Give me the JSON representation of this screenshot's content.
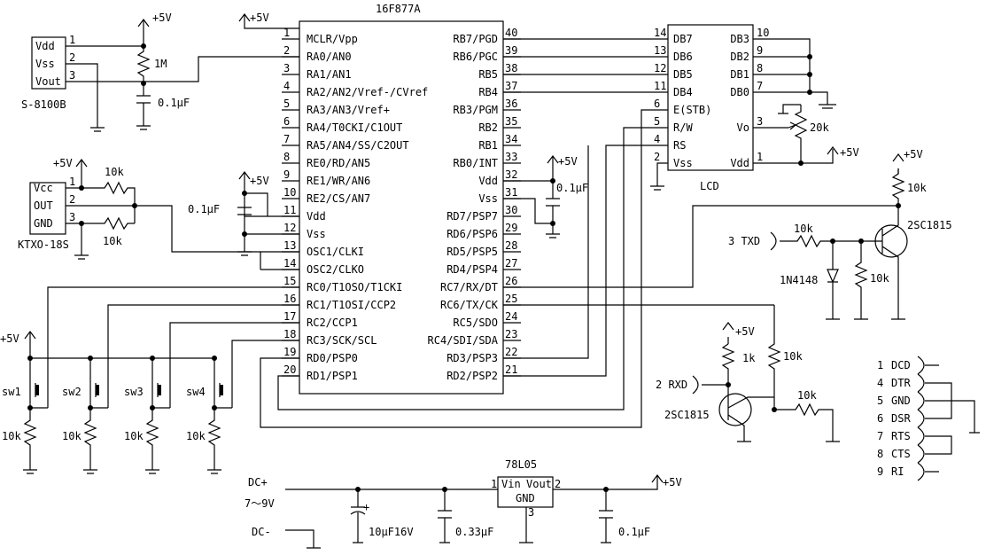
{
  "chip": {
    "name": "16F877A",
    "left": [
      {
        "n": "1",
        "s": "MCLR/Vpp"
      },
      {
        "n": "2",
        "s": "RA0/AN0"
      },
      {
        "n": "3",
        "s": "RA1/AN1"
      },
      {
        "n": "4",
        "s": "RA2/AN2/Vref-/CVref"
      },
      {
        "n": "5",
        "s": "RA3/AN3/Vref+"
      },
      {
        "n": "6",
        "s": "RA4/T0CKI/C1OUT"
      },
      {
        "n": "7",
        "s": "RA5/AN4/SS/C2OUT"
      },
      {
        "n": "8",
        "s": "RE0/RD/AN5"
      },
      {
        "n": "9",
        "s": "RE1/WR/AN6"
      },
      {
        "n": "10",
        "s": "RE2/CS/AN7"
      },
      {
        "n": "11",
        "s": "Vdd"
      },
      {
        "n": "12",
        "s": "Vss"
      },
      {
        "n": "13",
        "s": "OSC1/CLKI"
      },
      {
        "n": "14",
        "s": "OSC2/CLKO"
      },
      {
        "n": "15",
        "s": "RC0/T1OSO/T1CKI"
      },
      {
        "n": "16",
        "s": "RC1/T1OSI/CCP2"
      },
      {
        "n": "17",
        "s": "RC2/CCP1"
      },
      {
        "n": "18",
        "s": "RC3/SCK/SCL"
      },
      {
        "n": "19",
        "s": "RD0/PSP0"
      },
      {
        "n": "20",
        "s": "RD1/PSP1"
      }
    ],
    "right": [
      {
        "n": "40",
        "s": "RB7/PGD"
      },
      {
        "n": "39",
        "s": "RB6/PGC"
      },
      {
        "n": "38",
        "s": "RB5"
      },
      {
        "n": "37",
        "s": "RB4"
      },
      {
        "n": "36",
        "s": "RB3/PGM"
      },
      {
        "n": "35",
        "s": "RB2"
      },
      {
        "n": "34",
        "s": "RB1"
      },
      {
        "n": "33",
        "s": "RB0/INT"
      },
      {
        "n": "32",
        "s": "Vdd"
      },
      {
        "n": "31",
        "s": "Vss"
      },
      {
        "n": "30",
        "s": "RD7/PSP7"
      },
      {
        "n": "29",
        "s": "RD6/PSP6"
      },
      {
        "n": "28",
        "s": "RD5/PSP5"
      },
      {
        "n": "27",
        "s": "RD4/PSP4"
      },
      {
        "n": "26",
        "s": "RC7/RX/DT"
      },
      {
        "n": "25",
        "s": "RC6/TX/CK"
      },
      {
        "n": "24",
        "s": "RC5/SDO"
      },
      {
        "n": "23",
        "s": "RC4/SDI/SDA"
      },
      {
        "n": "22",
        "s": "RD3/PSP3"
      },
      {
        "n": "21",
        "s": "RD2/PSP2"
      }
    ]
  },
  "lcd": {
    "name": "LCD",
    "left": [
      {
        "n": "14",
        "s": "DB7"
      },
      {
        "n": "13",
        "s": "DB6"
      },
      {
        "n": "12",
        "s": "DB5"
      },
      {
        "n": "11",
        "s": "DB4"
      },
      {
        "n": "6",
        "s": "E(STB)"
      },
      {
        "n": "5",
        "s": "R/W"
      },
      {
        "n": "4",
        "s": "RS"
      },
      {
        "n": "2",
        "s": "Vss"
      }
    ],
    "right": [
      {
        "n": "10",
        "s": "DB3"
      },
      {
        "n": "9",
        "s": "DB2"
      },
      {
        "n": "8",
        "s": "DB1"
      },
      {
        "n": "7",
        "s": "DB0"
      },
      {
        "n": "3",
        "s": "Vo"
      },
      {
        "n": "1",
        "s": "Vdd"
      }
    ]
  },
  "s8100": {
    "name": "S-8100B",
    "pins": [
      {
        "n": "1",
        "s": "Vdd"
      },
      {
        "n": "2",
        "s": "Vss"
      },
      {
        "n": "3",
        "s": "Vout"
      }
    ]
  },
  "ktxo": {
    "name": "KTXO-18S",
    "pins": [
      {
        "n": "1",
        "s": "Vcc"
      },
      {
        "n": "2",
        "s": "OUT"
      },
      {
        "n": "3",
        "s": "GND"
      }
    ]
  },
  "db9": [
    {
      "n": "1",
      "s": "DCD"
    },
    {
      "n": "4",
      "s": "DTR"
    },
    {
      "n": "5",
      "s": "GND"
    },
    {
      "n": "6",
      "s": "DSR"
    },
    {
      "n": "7",
      "s": "RTS"
    },
    {
      "n": "8",
      "s": "CTS"
    },
    {
      "n": "9",
      "s": "RI"
    }
  ],
  "reg": {
    "name": "78L05",
    "vin": "Vin",
    "vout": "Vout",
    "gnd": "GND",
    "p1": "1",
    "p2": "2",
    "p3": "3"
  },
  "switches": [
    {
      "sw": "sw1",
      "r": "10k"
    },
    {
      "sw": "sw2",
      "r": "10k"
    },
    {
      "sw": "sw3",
      "r": "10k"
    },
    {
      "sw": "sw4",
      "r": "10k"
    }
  ],
  "labels": {
    "plus5v": "+5V",
    "r1m": "1M",
    "c01uf": "0.1μF",
    "r10k": "10k",
    "r20k": "20k",
    "r1k": "1k",
    "tr": "2SC1815",
    "diode": "1N4148",
    "txd": "3 TXD",
    "rxd": "2 RXD",
    "dcplus": "DC+",
    "dcminus": "DC-",
    "dcvolt": "7～9V",
    "c10uf": "10μF16V",
    "c033uf": "0.33μF",
    "plus": "+"
  }
}
